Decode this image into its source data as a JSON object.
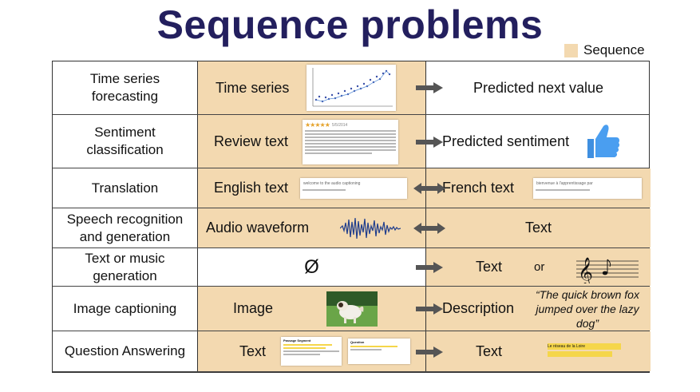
{
  "title": "Sequence problems",
  "legend": {
    "label": "Sequence",
    "color": "#f3d9b0"
  },
  "rows": [
    {
      "task": "Time series forecasting",
      "input": "Time series",
      "output": "Predicted next value"
    },
    {
      "task": "Sentiment classification",
      "input": "Review text",
      "output": "Predicted sentiment"
    },
    {
      "task": "Translation",
      "input": "English text",
      "output": "French text"
    },
    {
      "task": "Speech recognition and generation",
      "input": "Audio waveform",
      "output": "Text"
    },
    {
      "task": "Text or music generation",
      "input": "Ø",
      "output": "Text",
      "or": "or"
    },
    {
      "task": "Image captioning",
      "input": "Image",
      "output": "Description",
      "quote": "“The quick brown fox jumped over the lazy dog”"
    },
    {
      "task": "Question Answering",
      "input": "Text",
      "output": "Text"
    }
  ],
  "thumbs": {
    "review_rating": "5/5/2014",
    "english_snippet": "welcome to the audio captioning",
    "french_snippet": "bienvenue à l'apprentissage par",
    "passage_label": "Passage Segment",
    "question_label": "Question",
    "answer_snippet": "Le réseau de la Loire"
  }
}
